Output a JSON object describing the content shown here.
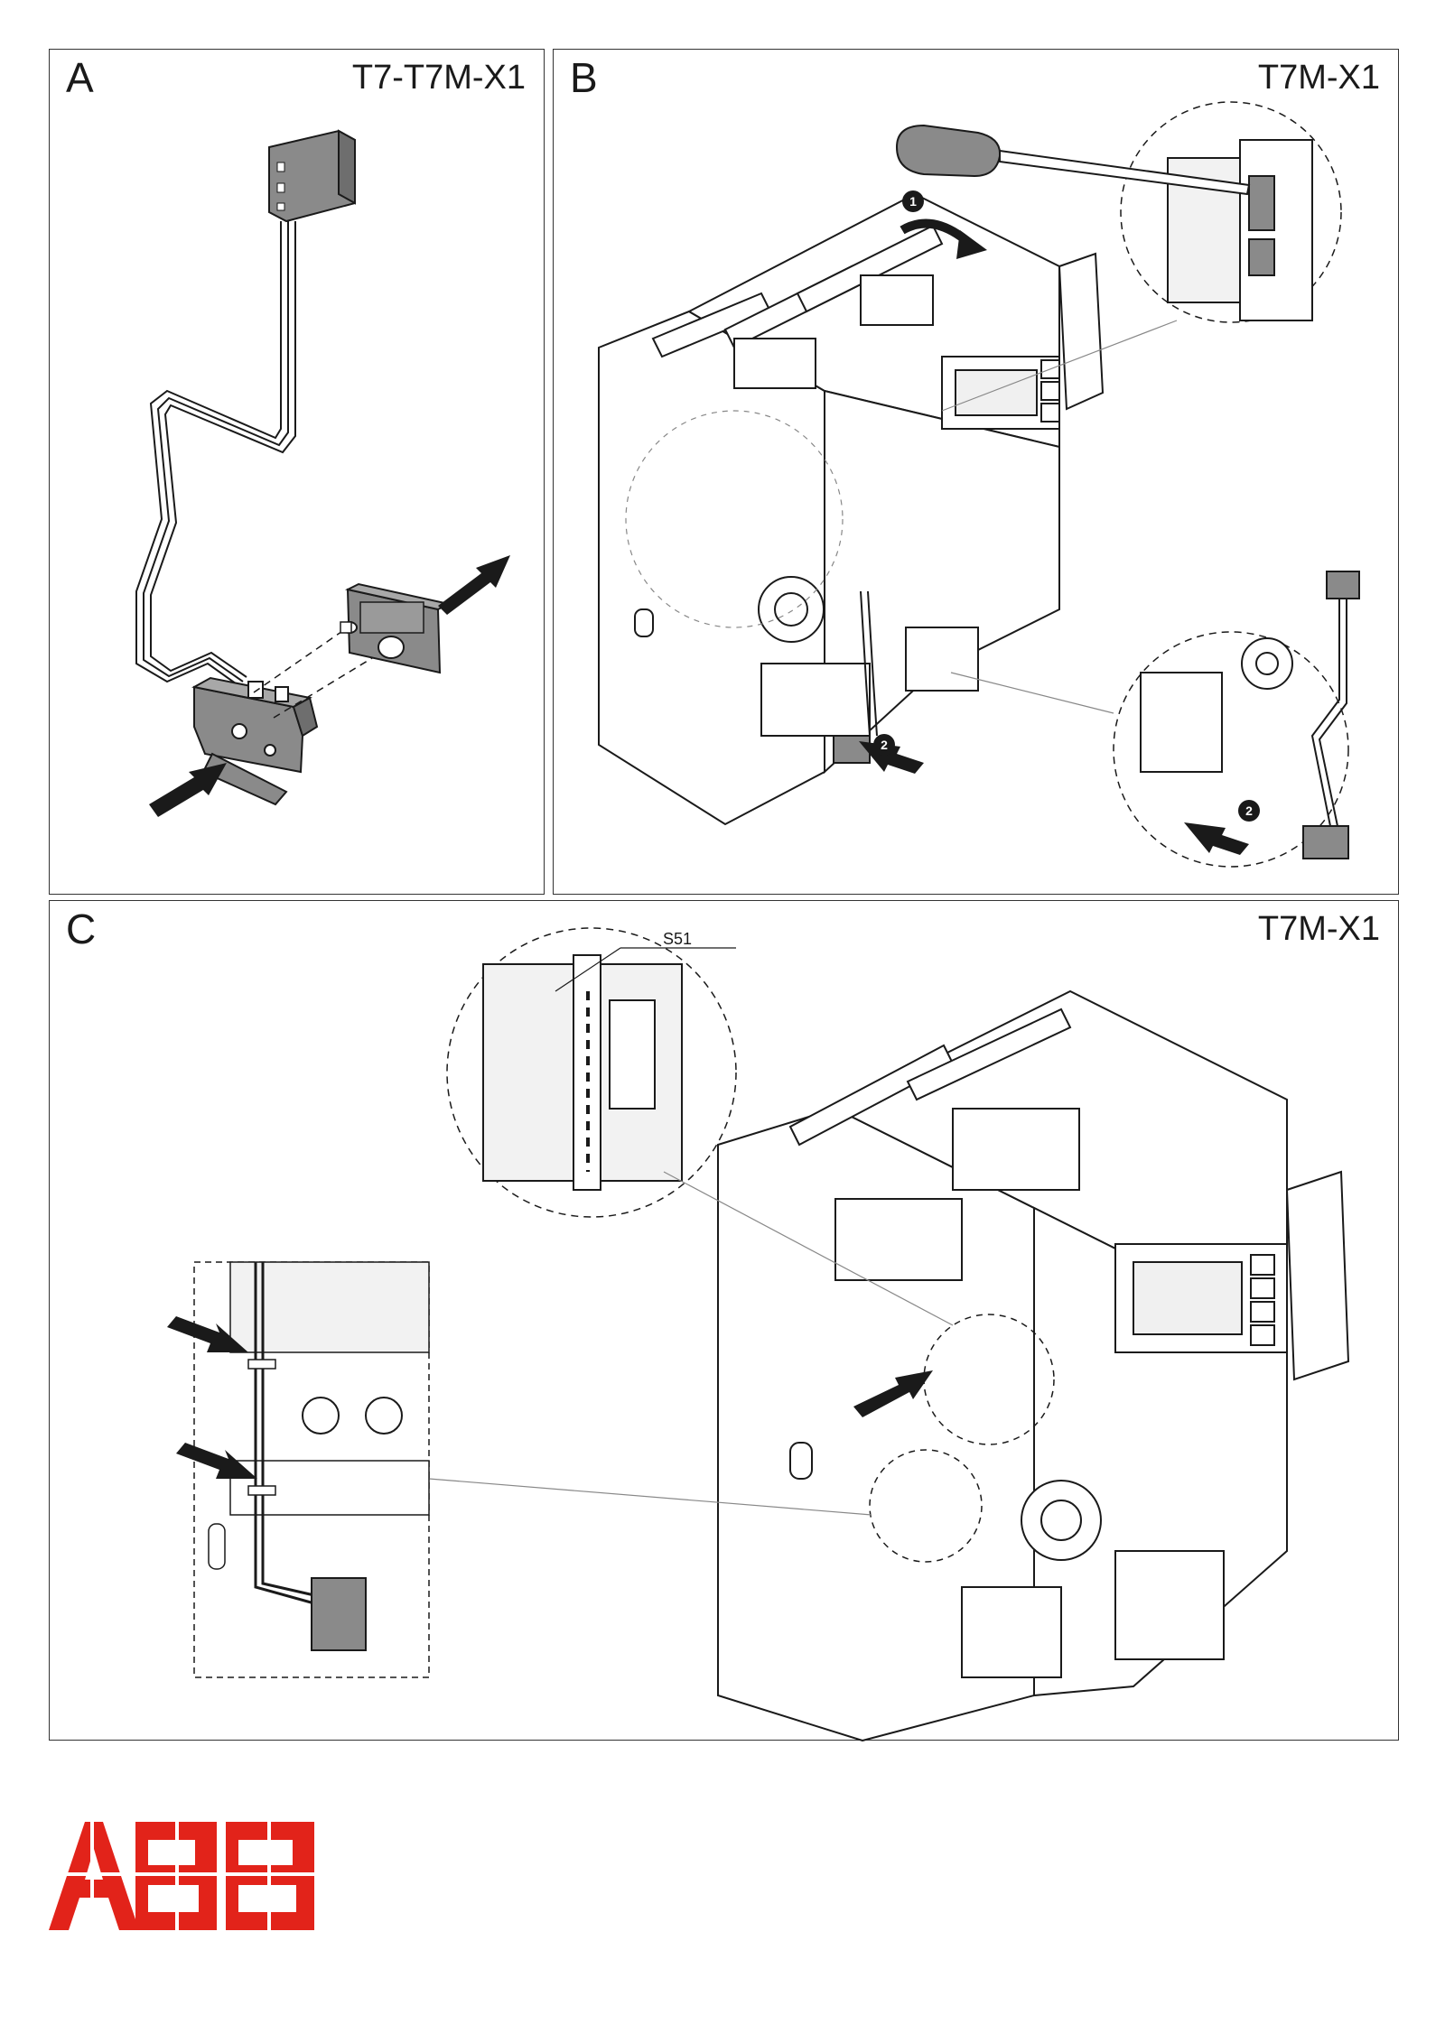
{
  "panels": {
    "a": {
      "letter": "A",
      "model": "T7-T7M-X1"
    },
    "b": {
      "letter": "B",
      "model": "T7M-X1",
      "steps": [
        "1",
        "2"
      ]
    },
    "c": {
      "letter": "C",
      "model": "T7M-X1",
      "callout": "S51"
    }
  },
  "logo": {
    "text": "ABB",
    "color": "#e2231a"
  },
  "colors": {
    "line": "#1a1a1a",
    "accent": "#e2231a",
    "part_gray": "#8a8a8a"
  }
}
